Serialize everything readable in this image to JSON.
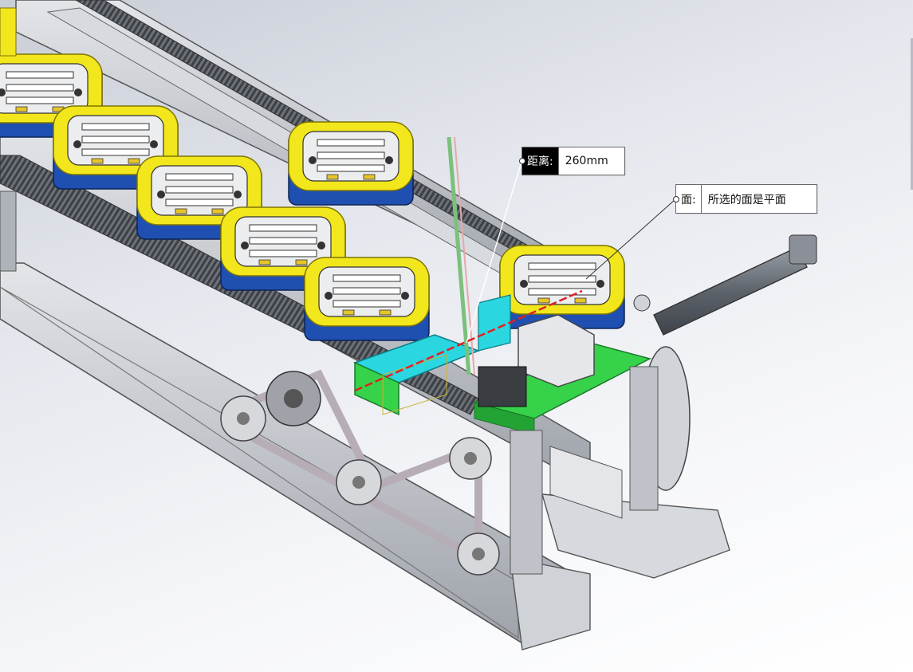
{
  "measure": {
    "distance_label": "距离:",
    "distance_value": "260mm",
    "face_label": "面:",
    "face_value": "所选的面是平面"
  },
  "colors": {
    "frame": "#c3c6cc",
    "tray_yellow": "#f2e61c",
    "tray_blue": "#1f4fb0",
    "selection_cyan": "#2ad6e0",
    "selection_green": "#35d24a",
    "measure_line": "#e02020",
    "rod": "#7cc07c"
  },
  "icons": {
    "callout_anchor": "circle-dot"
  }
}
